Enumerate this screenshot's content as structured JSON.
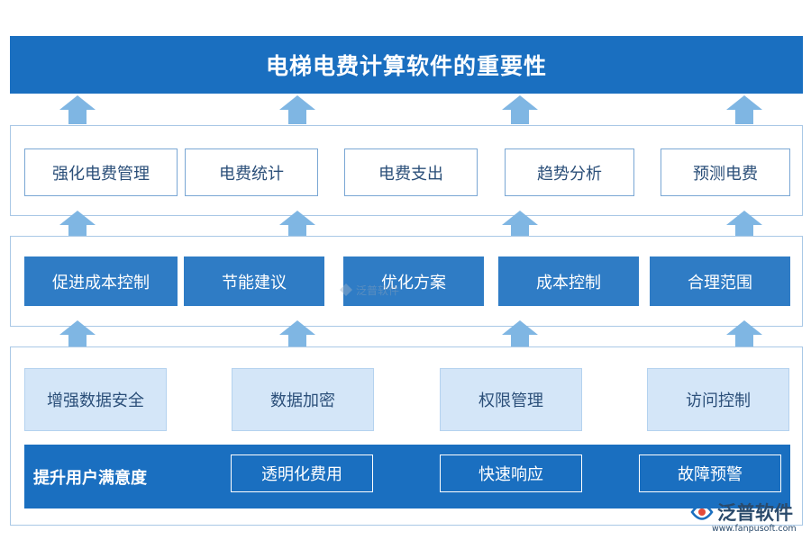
{
  "title": "电梯电费计算软件的重要性",
  "row1": [
    "强化电费管理",
    "电费统计",
    "电费支出",
    "趋势分析",
    "预测电费"
  ],
  "row2": [
    "促进成本控制",
    "节能建议",
    "优化方案",
    "成本控制",
    "合理范围"
  ],
  "row3": [
    "增强数据安全",
    "数据加密",
    "权限管理",
    "访问控制"
  ],
  "band": {
    "label": "提升用户满意度",
    "items": [
      "透明化费用",
      "快速响应",
      "故障预警"
    ]
  },
  "watermark": {
    "center_text": "泛普软件",
    "brand": "泛普软件",
    "url": "www.fanpusoft.com"
  },
  "colors": {
    "primary": "#1a6fc0",
    "box_solid": "#2f7cc5",
    "box_light": "#d4e6f8",
    "arrow": "#7fb6e3",
    "panel_border": "#a9c8e6"
  }
}
